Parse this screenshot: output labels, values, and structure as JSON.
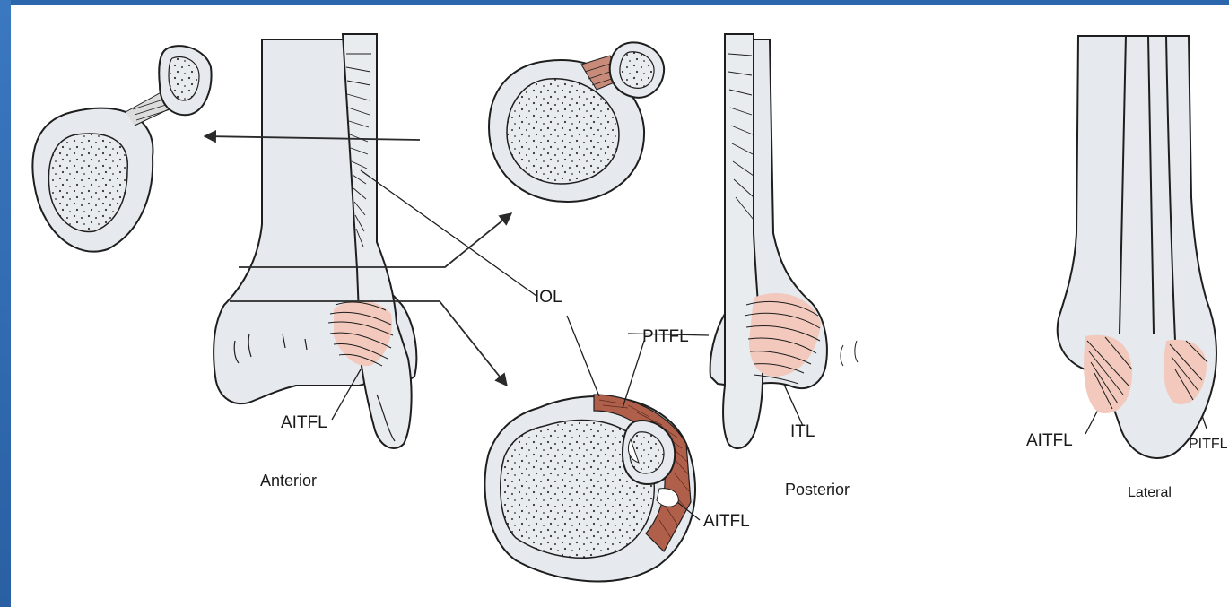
{
  "labels": {
    "iol": "IOL",
    "pitfl_top": "PITFL",
    "aitfl_anterior": "AITFL",
    "itl": "ITL",
    "aitfl_cross": "AITFL",
    "aitfl_lateral": "AITFL",
    "pitfl_lateral": "PITFL"
  },
  "views": {
    "anterior": "Anterior",
    "posterior": "Posterior",
    "lateral": "Lateral"
  },
  "colors": {
    "background_frame": "#2f6db5",
    "bone_fill": "#e6eaee",
    "ligament_fill": "#f2c9bc",
    "ligament_band": "#b0604a",
    "outline": "#1e1e1e"
  }
}
